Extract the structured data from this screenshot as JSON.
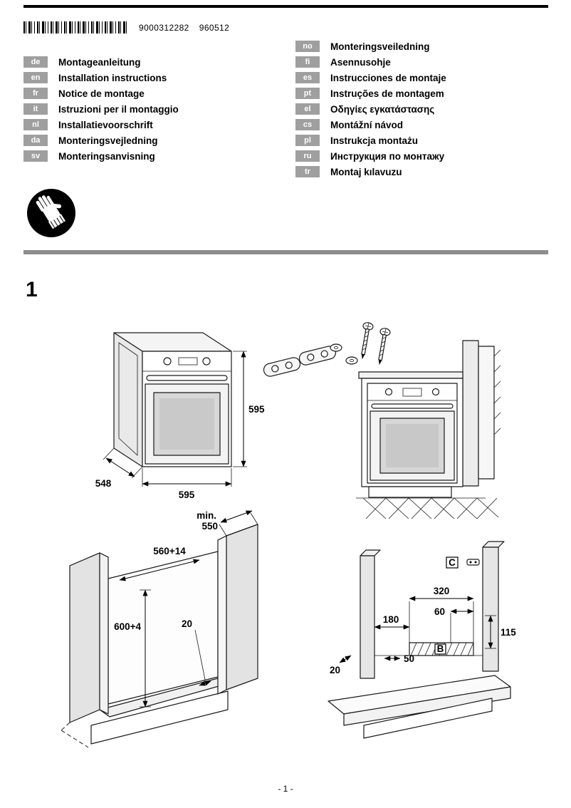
{
  "page": {
    "barcode_number": "9000312282",
    "print_code": "960512",
    "page_number": "- 1 -"
  },
  "languages": {
    "left": [
      {
        "code": "de",
        "title": "Montageanleitung"
      },
      {
        "code": "en",
        "title": "Installation instructions"
      },
      {
        "code": "fr",
        "title": "Notice de montage"
      },
      {
        "code": "it",
        "title": "Istruzioni per il montaggio"
      },
      {
        "code": "nl",
        "title": "Installatievoorschrift"
      },
      {
        "code": "da",
        "title": "Monteringsvejledning"
      },
      {
        "code": "sv",
        "title": "Monteringsanvisning"
      }
    ],
    "right": [
      {
        "code": "no",
        "title": "Monteringsveiledning"
      },
      {
        "code": "fi",
        "title": "Asennusohje"
      },
      {
        "code": "es",
        "title": "Instrucciones de montaje"
      },
      {
        "code": "pt",
        "title": "Instruções de montagem"
      },
      {
        "code": "el",
        "title": "Οδηγίες εγκατάστασης"
      },
      {
        "code": "cs",
        "title": "Montážní návod"
      },
      {
        "code": "pl",
        "title": "Instrukcja montażu"
      },
      {
        "code": "ru",
        "title": "Инструкция по монтажу"
      },
      {
        "code": "tr",
        "title": "Montaj kılavuzu"
      }
    ]
  },
  "figure1": {
    "label": "1",
    "oven_dims": {
      "height": "595",
      "depth": "548",
      "width": "595"
    },
    "cutout_dims": {
      "min": "min.",
      "top_depth": "550",
      "inner_depth": "560+14",
      "inner_height": "600+4",
      "rear_gap": "20"
    },
    "section_dims": {
      "c": "C",
      "w320": "320",
      "w60": "60",
      "w180": "180",
      "b": "B",
      "h115": "115",
      "w50": "50",
      "w20": "20"
    }
  }
}
